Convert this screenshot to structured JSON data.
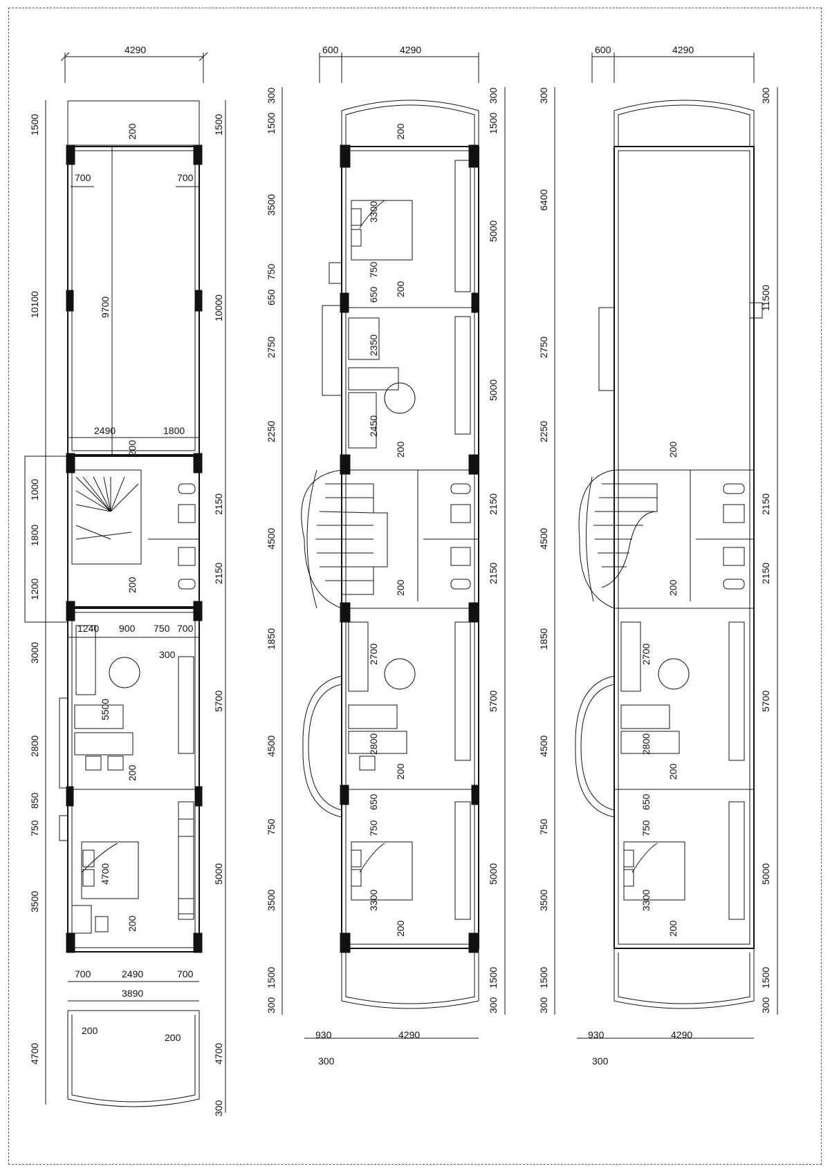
{
  "sheet": {
    "plans": [
      {
        "id": "plan1",
        "top_dims": [
          "4290"
        ],
        "left_dims": [
          "1500",
          "10100",
          "1000",
          "1800",
          "1200",
          "3000",
          "2800",
          "850",
          "750",
          "3500",
          "4700"
        ],
        "right_dims": [
          "1500",
          "10000",
          "2150",
          "2150",
          "5700",
          "5000",
          "4700",
          "300"
        ],
        "inner_dims": [
          "200",
          "700",
          "700",
          "9700",
          "2490",
          "1800",
          "200",
          "200",
          "1240",
          "900",
          "750",
          "700",
          "300",
          "5500",
          "200",
          "4700",
          "200",
          "700",
          "2490",
          "700",
          "3890",
          "200",
          "200"
        ]
      },
      {
        "id": "plan2",
        "top_dims": [
          "600",
          "4290"
        ],
        "left_dims": [
          "300",
          "1500",
          "3500",
          "750",
          "650",
          "2750",
          "2250",
          "4500",
          "1850",
          "4500",
          "750",
          "3500",
          "1500",
          "300"
        ],
        "right_dims": [
          "300",
          "1500",
          "5000",
          "5000",
          "2150",
          "2150",
          "5700",
          "5000",
          "1500",
          "300"
        ],
        "inner_dims": [
          "200",
          "3300",
          "750",
          "200",
          "650",
          "2350",
          "2450",
          "200",
          "200",
          "2700",
          "2800",
          "200",
          "650",
          "750",
          "3300",
          "200"
        ],
        "bottom_dims": [
          "930",
          "4290",
          "300"
        ]
      },
      {
        "id": "plan3",
        "top_dims": [
          "600",
          "4290"
        ],
        "left_dims": [
          "300",
          "6400",
          "2750",
          "2250",
          "4500",
          "1850",
          "4500",
          "750",
          "3500",
          "1500",
          "300"
        ],
        "right_dims": [
          "300",
          "11500",
          "2150",
          "2150",
          "5700",
          "5000",
          "1500",
          "300"
        ],
        "inner_dims": [
          "200",
          "200",
          "2700",
          "2800",
          "200",
          "650",
          "750",
          "3300",
          "200"
        ],
        "bottom_dims": [
          "930",
          "4290",
          "300"
        ]
      }
    ]
  }
}
